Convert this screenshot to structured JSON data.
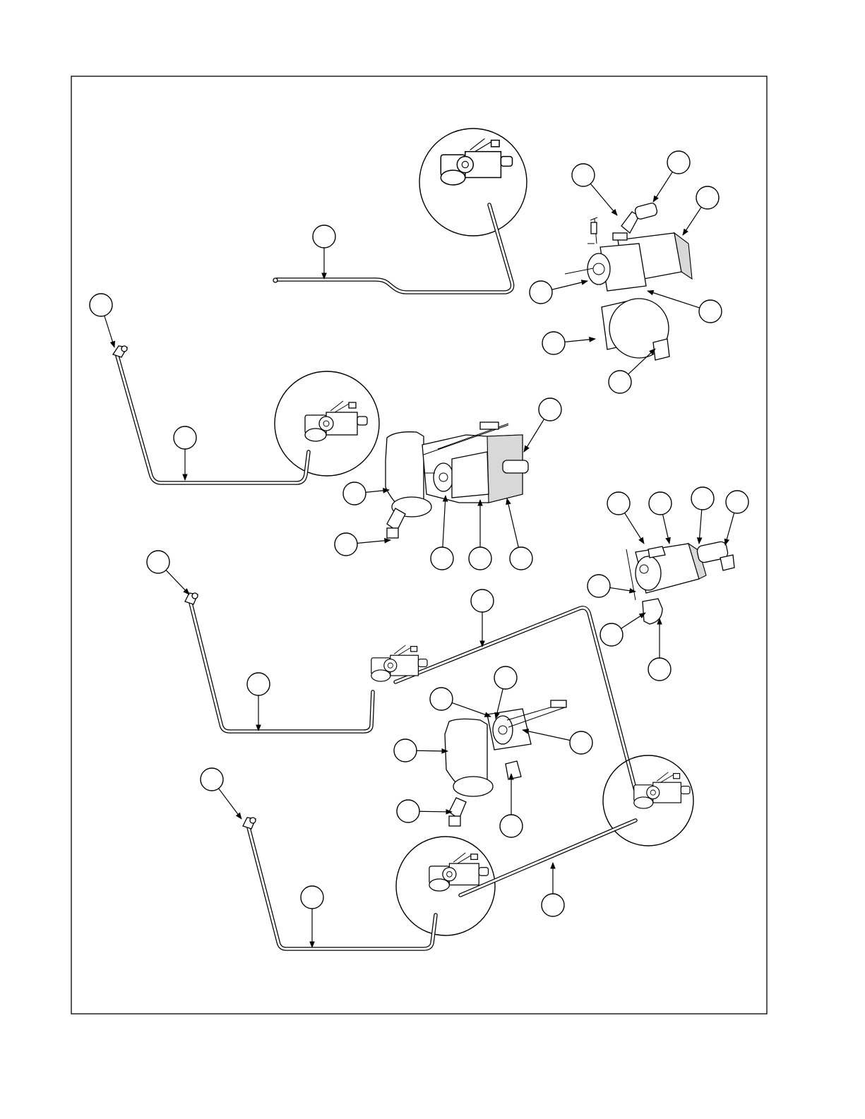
{
  "drawing": {
    "frame": "parts-illustration",
    "callouts": [
      {
        "id": "c1"
      },
      {
        "id": "c2"
      },
      {
        "id": "c3"
      },
      {
        "id": "c4"
      },
      {
        "id": "c5"
      },
      {
        "id": "c6"
      },
      {
        "id": "c7"
      },
      {
        "id": "c8"
      },
      {
        "id": "c9"
      },
      {
        "id": "c10"
      },
      {
        "id": "c11"
      },
      {
        "id": "c12"
      },
      {
        "id": "c13"
      },
      {
        "id": "c14"
      },
      {
        "id": "c15"
      },
      {
        "id": "c16"
      },
      {
        "id": "c17"
      },
      {
        "id": "c18"
      },
      {
        "id": "c19"
      },
      {
        "id": "c20"
      },
      {
        "id": "c21"
      },
      {
        "id": "c22"
      },
      {
        "id": "c23"
      },
      {
        "id": "c24"
      },
      {
        "id": "c25"
      },
      {
        "id": "c26"
      },
      {
        "id": "c27"
      },
      {
        "id": "c28"
      },
      {
        "id": "c29"
      },
      {
        "id": "c30"
      },
      {
        "id": "c31"
      },
      {
        "id": "c32"
      },
      {
        "id": "c33"
      },
      {
        "id": "c34"
      },
      {
        "id": "c35"
      }
    ]
  }
}
